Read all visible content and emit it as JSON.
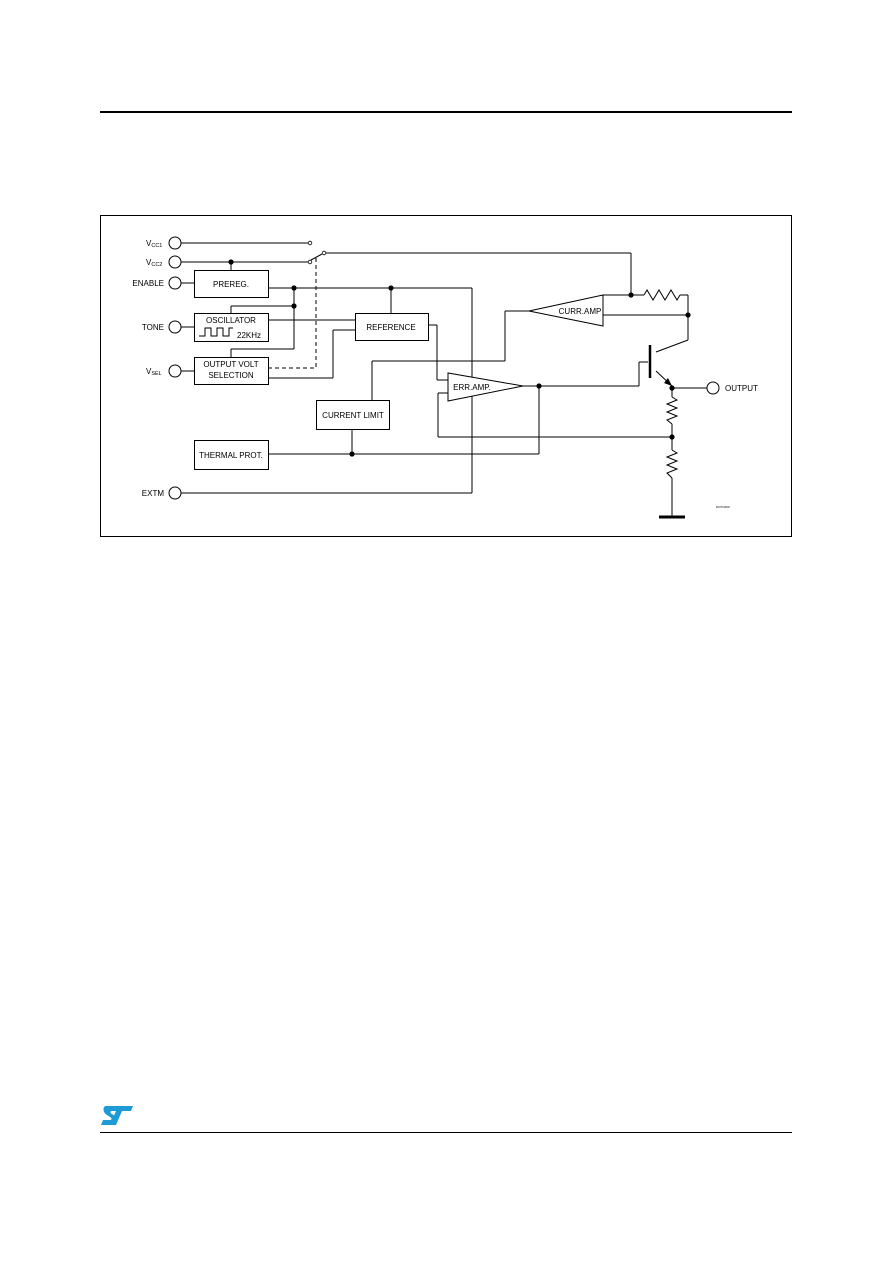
{
  "pins": {
    "vcc1": {
      "main": "V",
      "sub": "CC1"
    },
    "vcc2": {
      "main": "V",
      "sub": "CC2"
    },
    "enable": "ENABLE",
    "tone": "TONE",
    "vsel": {
      "main": "V",
      "sub": "SEL"
    },
    "extm": "EXTM",
    "output": "OUTPUT"
  },
  "blocks": {
    "prereg": "PREREG.",
    "oscillator": "OSCILLATOR",
    "osc_freq": "22KHz",
    "output_volt_line1": "OUTPUT VOLT",
    "output_volt_line2": "SELECTION",
    "reference": "REFERENCE",
    "current_limit": "CURRENT LIMIT",
    "thermal_prot": "THERMAL PROT.",
    "err_amp": "ERR.AMP.",
    "curr_amp": "CURR.AMP"
  },
  "figure_code": "D97IN490",
  "colors": {
    "line": "#000000",
    "logo": "#1e9ad6"
  }
}
